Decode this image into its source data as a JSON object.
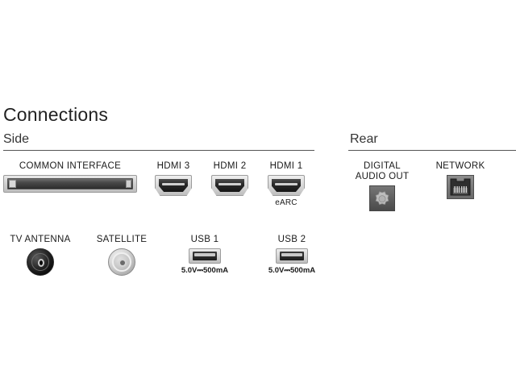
{
  "page": {
    "title": "Connections",
    "background": "#ffffff",
    "text_color": "#1a1a1a"
  },
  "sections": {
    "side": {
      "heading": "Side",
      "rows": [
        {
          "ports": [
            {
              "label": "COMMON INTERFACE",
              "sublabel": "",
              "icon": "ci-slot-icon"
            },
            {
              "label": "HDMI 3",
              "sublabel": "",
              "icon": "hdmi-port-icon"
            },
            {
              "label": "HDMI 2",
              "sublabel": "",
              "icon": "hdmi-port-icon"
            },
            {
              "label": "HDMI 1",
              "sublabel": "eARC",
              "icon": "hdmi-port-icon"
            }
          ]
        },
        {
          "ports": [
            {
              "label": "TV ANTENNA",
              "sublabel": "",
              "icon": "coax-antenna-icon"
            },
            {
              "label": "SATELLITE",
              "sublabel": "",
              "icon": "coax-satellite-icon"
            },
            {
              "label": "USB 1",
              "sublabel": "5.0V⎓500mA",
              "icon": "usb-port-icon"
            },
            {
              "label": "USB 2",
              "sublabel": "5.0V⎓500mA",
              "icon": "usb-port-icon"
            }
          ]
        }
      ]
    },
    "rear": {
      "heading": "Rear",
      "rows": [
        {
          "ports": [
            {
              "label": "DIGITAL\nAUDIO OUT",
              "sublabel": "",
              "icon": "optical-spdif-icon"
            },
            {
              "label": "NETWORK",
              "sublabel": "",
              "icon": "rj45-network-icon"
            }
          ]
        }
      ]
    }
  }
}
